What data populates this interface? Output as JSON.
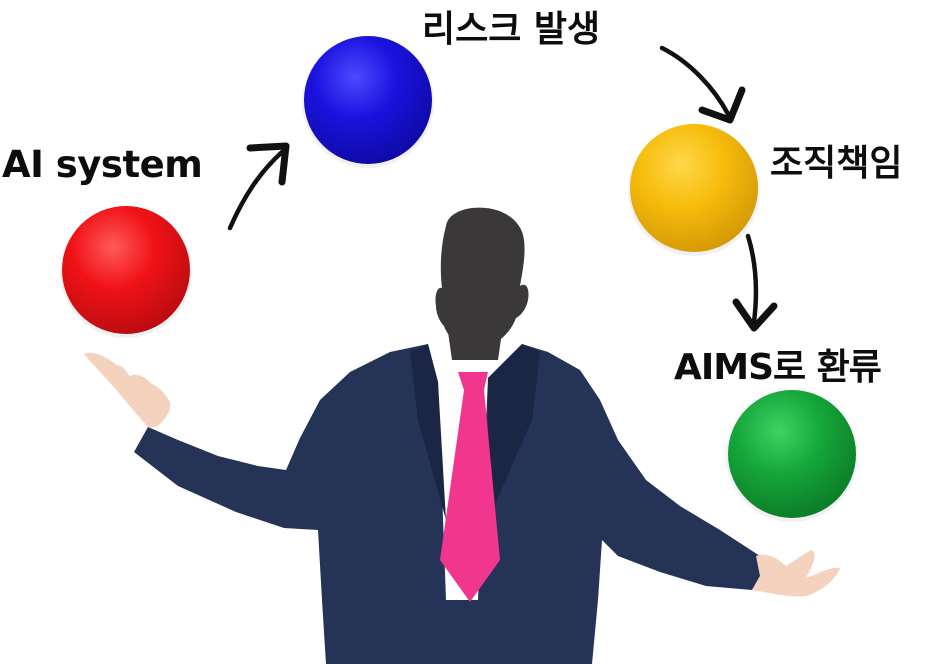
{
  "labels": {
    "ai_system": "AI system",
    "risk": "리스크 발생",
    "org": "조직책임",
    "aims": "AIMS로 환류"
  },
  "colors": {
    "red_ball": "#e8141a",
    "blue_ball": "#1a14d9",
    "yellow_ball": "#f4bb0c",
    "green_ball": "#13a83a",
    "suit": "#243356",
    "tie": "#f0368f",
    "head": "#3a3838",
    "skin": "#f5d2bd",
    "arrow": "#111111"
  }
}
